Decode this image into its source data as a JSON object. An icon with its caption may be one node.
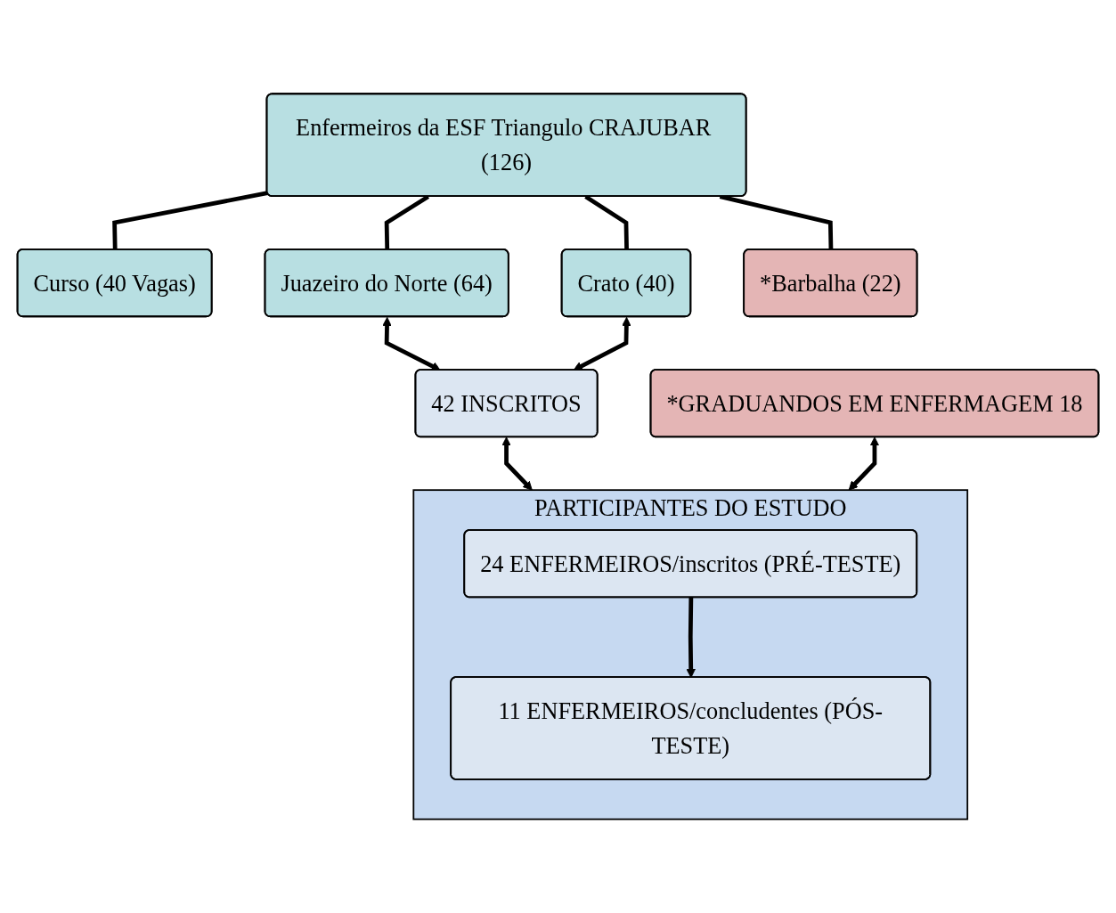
{
  "diagram": {
    "nodes": [
      {
        "text": [
          "Enfermeiros da ESF Triangulo CRAJUBAR (126)"
        ]
      },
      {
        "text": [
          "Curso (40 Vagas)"
        ]
      },
      {
        "text": [
          "Juazeiro do Norte (64)"
        ]
      },
      {
        "text": [
          "Crato (40)"
        ]
      },
      {
        "text": [
          "*Barbalha (22)"
        ]
      },
      {
        "text": [
          "42 INSCRITOS"
        ]
      },
      {
        "text": [
          "*GRADUANDOS EM ENFERMAGEM 18"
        ]
      },
      {
        "text": [
          "PARTICIPANTES DO ESTUDO"
        ]
      },
      {
        "text": [
          "24 ENFERMEIROS/inscritos (PRÉ-TESTE)"
        ],
        "in": 7
      },
      {
        "text": [
          "11 ENFERMEIROS/concludentes (PÓS-TESTE)"
        ],
        "in": 7
      }
    ],
    "edges": [
      {
        "from": 0,
        "to": 1,
        "arrow": "none"
      },
      {
        "from": 0,
        "to": 2,
        "arrow": "none"
      },
      {
        "from": 0,
        "to": 3,
        "arrow": "none"
      },
      {
        "from": 0,
        "to": 4,
        "arrow": "none"
      },
      {
        "from": 2,
        "to": 5,
        "arrow": "both"
      },
      {
        "from": 3,
        "to": 5,
        "arrow": "both"
      },
      {
        "from": 5,
        "to": 7,
        "arrow": "both"
      },
      {
        "from": 6,
        "to": 7,
        "arrow": "both"
      },
      {
        "from": 8,
        "to": 9,
        "arrow": "to"
      }
    ]
  }
}
